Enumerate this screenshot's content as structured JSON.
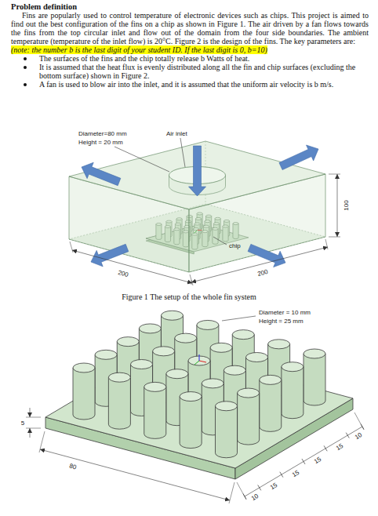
{
  "diagram": {
    "title": "Problem definition",
    "caption": "Figure 1 The setup of the whole fin system",
    "labels": [
      "Fins are popularly used to control temperature of electronic devices such as chips. This project is aimed to find out the best configuration of the fins on a chip as shown in Figure 1. The air driven by a fan flows towards the fins from the top circular inlet and flow out of the domain from the four side boundaries. The ambient temperature (temperature of the inlet flow) is 20°C. Figure 2 is the design of the fins. The key parameters are:",
      "(note: the number b is the last digit of your student ID. If the last digit is 0, b=10)",
      "The surfaces of the fins and the chip totally release b Watts of heat.",
      "It is assumed that the heat flux is evenly distributed along all the fin and chip surfaces (excluding the bottom surface) shown in Figure 2.",
      "A fan is used to blow air into the inlet, and it is assumed that the uniform air velocity is b m/s.",
      "Diameter=80 mm",
      "Height = 20 mm",
      "Air inlet",
      "chip",
      "100",
      "200",
      "200",
      "Diameter = 10 mm",
      "Height = 25 mm",
      "5",
      "80",
      "10",
      "15",
      "15",
      "15",
      "15",
      "10"
    ]
  }
}
